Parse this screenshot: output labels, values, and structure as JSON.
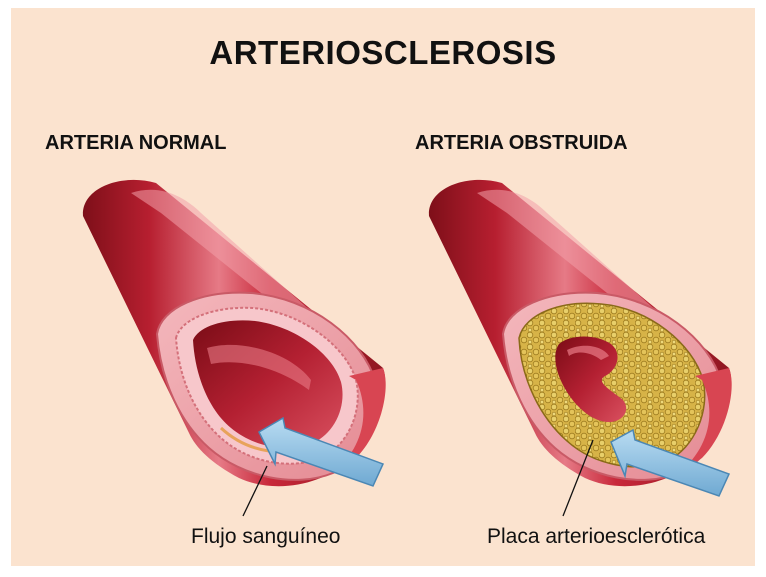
{
  "title": "ARTERIOSCLEROSIS",
  "left_panel": {
    "heading": "ARTERIA NORMAL",
    "callout": "Flujo sanguíneo"
  },
  "right_panel": {
    "heading": "ARTERIA OBSTRUIDA",
    "callout": "Placa arterioesclerótica"
  },
  "colors": {
    "background": "#fbe3cf",
    "artery_dark": "#8e1620",
    "artery_mid": "#c8283a",
    "artery_light": "#e57783",
    "wall_pink": "#f0a6ad",
    "plaque": "#d9b84a",
    "arrow": "#8cc3e6"
  }
}
